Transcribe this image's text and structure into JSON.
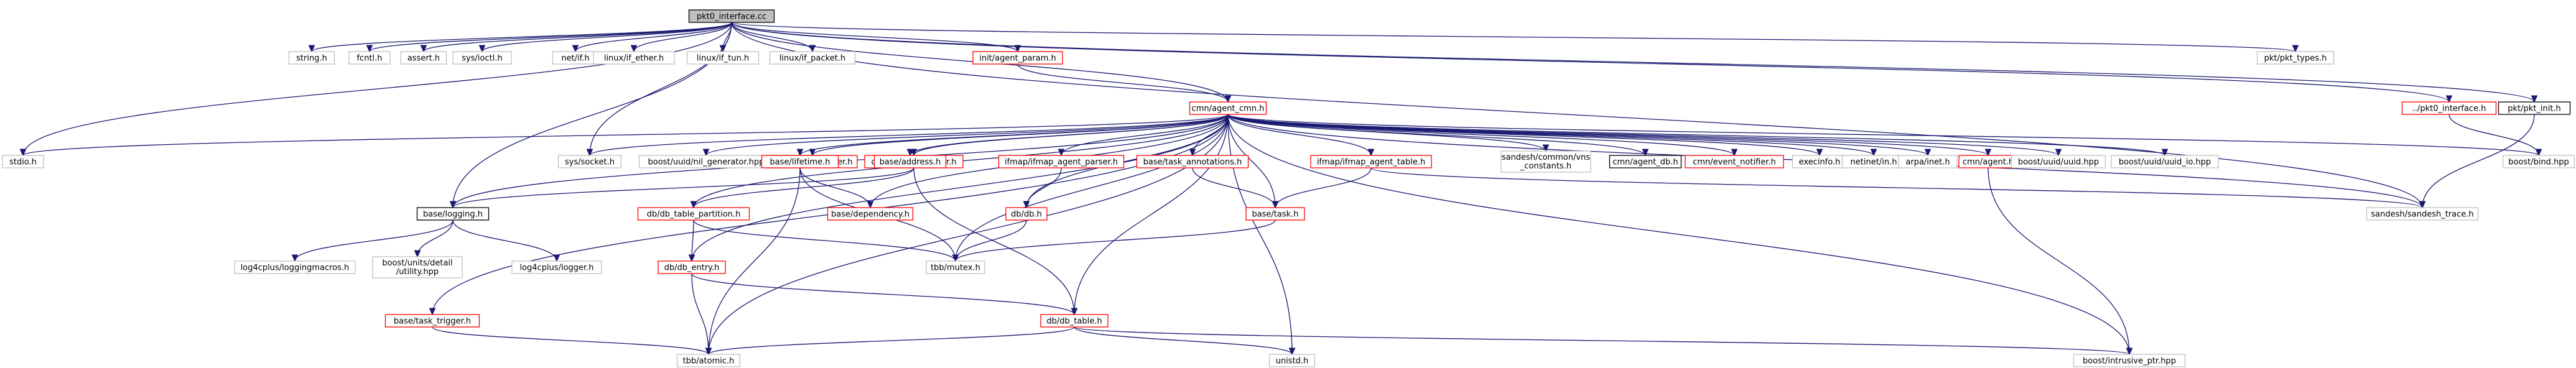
{
  "graph": {
    "root": "pkt0_interface.cc",
    "nodes": [
      {
        "id": "root",
        "lines": [
          "pkt0_interface.cc"
        ],
        "style": "root"
      },
      {
        "id": "string",
        "lines": [
          "string.h"
        ],
        "style": "gray"
      },
      {
        "id": "fcntl",
        "lines": [
          "fcntl.h"
        ],
        "style": "gray"
      },
      {
        "id": "assert",
        "lines": [
          "assert.h"
        ],
        "style": "gray"
      },
      {
        "id": "sysioctl",
        "lines": [
          "sys/ioctl.h"
        ],
        "style": "gray"
      },
      {
        "id": "netif",
        "lines": [
          "net/if.h"
        ],
        "style": "gray"
      },
      {
        "id": "ifether",
        "lines": [
          "linux/if_ether.h"
        ],
        "style": "gray"
      },
      {
        "id": "iftun",
        "lines": [
          "linux/if_tun.h"
        ],
        "style": "gray"
      },
      {
        "id": "ifpacket",
        "lines": [
          "linux/if_packet.h"
        ],
        "style": "gray"
      },
      {
        "id": "agentparam",
        "lines": [
          "init/agent_param.h"
        ],
        "style": "red"
      },
      {
        "id": "pkttypes",
        "lines": [
          "pkt/pkt_types.h"
        ],
        "style": "gray"
      },
      {
        "id": "pkt0if",
        "lines": [
          "../pkt0_interface.h"
        ],
        "style": "red"
      },
      {
        "id": "pktinit",
        "lines": [
          "pkt/pkt_init.h"
        ],
        "style": "black"
      },
      {
        "id": "agentcmn",
        "lines": [
          "cmn/agent_cmn.h"
        ],
        "style": "red"
      },
      {
        "id": "stdio",
        "lines": [
          "stdio.h"
        ],
        "style": "gray"
      },
      {
        "id": "syssocket",
        "lines": [
          "sys/socket.h"
        ],
        "style": "gray"
      },
      {
        "id": "mil",
        "lines": [
          "boost/uuid/nil_generator.hpp"
        ],
        "style": "gray"
      },
      {
        "id": "eventmgr",
        "lines": [
          "io/event_manager.h"
        ],
        "style": "red"
      },
      {
        "id": "tablewalker",
        "lines": [
          "db/db_table_walker.h"
        ],
        "style": "red"
      },
      {
        "id": "lifetime",
        "lines": [
          "base/lifetime.h"
        ],
        "style": "red"
      },
      {
        "id": "address",
        "lines": [
          "base/address.h"
        ],
        "style": "red"
      },
      {
        "id": "agentparser",
        "lines": [
          "ifmap/ifmap_agent_parser.h"
        ],
        "style": "red"
      },
      {
        "id": "taskann",
        "lines": [
          "base/task_annotations.h"
        ],
        "style": "red"
      },
      {
        "id": "ifmaptable",
        "lines": [
          "ifmap/ifmap_agent_table.h"
        ],
        "style": "red"
      },
      {
        "id": "vnsconst",
        "lines": [
          "sandesh/common/vns",
          "_constants.h"
        ],
        "style": "gray"
      },
      {
        "id": "agentdb",
        "lines": [
          "cmn/agent_db.h"
        ],
        "style": "black"
      },
      {
        "id": "eventnotifier",
        "lines": [
          "cmn/event_notifier.h"
        ],
        "style": "red"
      },
      {
        "id": "execinfo",
        "lines": [
          "execinfo.h"
        ],
        "style": "gray"
      },
      {
        "id": "netinetin",
        "lines": [
          "netinet/in.h"
        ],
        "style": "gray"
      },
      {
        "id": "arpainet",
        "lines": [
          "arpa/inet.h"
        ],
        "style": "gray"
      },
      {
        "id": "cmnagent",
        "lines": [
          "cmn/agent.h"
        ],
        "style": "red"
      },
      {
        "id": "uuidhpp",
        "lines": [
          "boost/uuid/uuid.hpp"
        ],
        "style": "gray"
      },
      {
        "id": "uuidio",
        "lines": [
          "boost/uuid/uuid_io.hpp"
        ],
        "style": "gray"
      },
      {
        "id": "bind",
        "lines": [
          "boost/bind.hpp"
        ],
        "style": "gray"
      },
      {
        "id": "logging",
        "lines": [
          "base/logging.h"
        ],
        "style": "black"
      },
      {
        "id": "partition",
        "lines": [
          "db/db_table_partition.h"
        ],
        "style": "red"
      },
      {
        "id": "dependency",
        "lines": [
          "base/dependency.h"
        ],
        "style": "red"
      },
      {
        "id": "dbh",
        "lines": [
          "db/db.h"
        ],
        "style": "red"
      },
      {
        "id": "taskh",
        "lines": [
          "base/task.h"
        ],
        "style": "red"
      },
      {
        "id": "sandeshtrace",
        "lines": [
          "sandesh/sandesh_trace.h"
        ],
        "style": "gray"
      },
      {
        "id": "logmacros",
        "lines": [
          "log4cplus/loggingmacros.h"
        ],
        "style": "gray"
      },
      {
        "id": "boostutil",
        "lines": [
          "boost/units/detail",
          "/utility.hpp"
        ],
        "style": "gray"
      },
      {
        "id": "logger",
        "lines": [
          "log4cplus/logger.h"
        ],
        "style": "gray"
      },
      {
        "id": "dbentry",
        "lines": [
          "db/db_entry.h"
        ],
        "style": "red"
      },
      {
        "id": "mutex",
        "lines": [
          "tbb/mutex.h"
        ],
        "style": "gray"
      },
      {
        "id": "tasktrigger",
        "lines": [
          "base/task_trigger.h"
        ],
        "style": "red"
      },
      {
        "id": "dbtable",
        "lines": [
          "db/db_table.h"
        ],
        "style": "red"
      },
      {
        "id": "atomic",
        "lines": [
          "tbb/atomic.h"
        ],
        "style": "gray"
      },
      {
        "id": "unistd",
        "lines": [
          "unistd.h"
        ],
        "style": "gray"
      },
      {
        "id": "intrusive",
        "lines": [
          "boost/intrusive_ptr.hpp"
        ],
        "style": "gray"
      }
    ],
    "edges": [
      [
        "root",
        "string"
      ],
      [
        "root",
        "fcntl"
      ],
      [
        "root",
        "assert"
      ],
      [
        "root",
        "sysioctl"
      ],
      [
        "root",
        "netif"
      ],
      [
        "root",
        "ifether"
      ],
      [
        "root",
        "iftun"
      ],
      [
        "root",
        "ifpacket"
      ],
      [
        "root",
        "agentparam"
      ],
      [
        "root",
        "pkttypes"
      ],
      [
        "root",
        "pkt0if"
      ],
      [
        "root",
        "pktinit"
      ],
      [
        "root",
        "agentcmn"
      ],
      [
        "root",
        "stdio"
      ],
      [
        "root",
        "syssocket"
      ],
      [
        "root",
        "logging"
      ],
      [
        "root",
        "sandeshtrace"
      ],
      [
        "agentparam",
        "agentcmn"
      ],
      [
        "pkt0if",
        "bind"
      ],
      [
        "pktinit",
        "sandeshtrace"
      ],
      [
        "agentcmn",
        "stdio"
      ],
      [
        "agentcmn",
        "syssocket"
      ],
      [
        "agentcmn",
        "mil"
      ],
      [
        "agentcmn",
        "eventmgr"
      ],
      [
        "agentcmn",
        "tablewalker"
      ],
      [
        "agentcmn",
        "lifetime"
      ],
      [
        "agentcmn",
        "address"
      ],
      [
        "agentcmn",
        "agentparser"
      ],
      [
        "agentcmn",
        "taskann"
      ],
      [
        "agentcmn",
        "ifmaptable"
      ],
      [
        "agentcmn",
        "vnsconst"
      ],
      [
        "agentcmn",
        "agentdb"
      ],
      [
        "agentcmn",
        "eventnotifier"
      ],
      [
        "agentcmn",
        "execinfo"
      ],
      [
        "agentcmn",
        "netinetin"
      ],
      [
        "agentcmn",
        "arpainet"
      ],
      [
        "agentcmn",
        "cmnagent"
      ],
      [
        "agentcmn",
        "uuidhpp"
      ],
      [
        "agentcmn",
        "uuidio"
      ],
      [
        "agentcmn",
        "bind"
      ],
      [
        "agentcmn",
        "logging"
      ],
      [
        "agentcmn",
        "partition"
      ],
      [
        "agentcmn",
        "dependency"
      ],
      [
        "agentcmn",
        "dbh"
      ],
      [
        "agentcmn",
        "taskh"
      ],
      [
        "agentcmn",
        "sandeshtrace"
      ],
      [
        "agentcmn",
        "dbentry"
      ],
      [
        "agentcmn",
        "mutex"
      ],
      [
        "agentcmn",
        "tasktrigger"
      ],
      [
        "agentcmn",
        "dbtable"
      ],
      [
        "agentcmn",
        "atomic"
      ],
      [
        "agentcmn",
        "unistd"
      ],
      [
        "agentcmn",
        "intrusive"
      ],
      [
        "tablewalker",
        "logging"
      ],
      [
        "tablewalker",
        "partition"
      ],
      [
        "tablewalker",
        "dbtable"
      ],
      [
        "logging",
        "logmacros"
      ],
      [
        "logging",
        "boostutil"
      ],
      [
        "logging",
        "logger"
      ],
      [
        "partition",
        "dbentry"
      ],
      [
        "partition",
        "mutex"
      ],
      [
        "lifetime",
        "dependency"
      ],
      [
        "lifetime",
        "mutex"
      ],
      [
        "lifetime",
        "atomic"
      ],
      [
        "agentparser",
        "dbh"
      ],
      [
        "dbh",
        "mutex"
      ],
      [
        "taskann",
        "taskh"
      ],
      [
        "ifmaptable",
        "taskh"
      ],
      [
        "ifmaptable",
        "sandeshtrace"
      ],
      [
        "taskh",
        "mutex"
      ],
      [
        "dbentry",
        "dbtable"
      ],
      [
        "dbentry",
        "atomic"
      ],
      [
        "tasktrigger",
        "atomic"
      ],
      [
        "dbtable",
        "atomic"
      ],
      [
        "dbtable",
        "unistd"
      ],
      [
        "dbtable",
        "intrusive"
      ],
      [
        "cmnagent",
        "intrusive"
      ]
    ]
  }
}
